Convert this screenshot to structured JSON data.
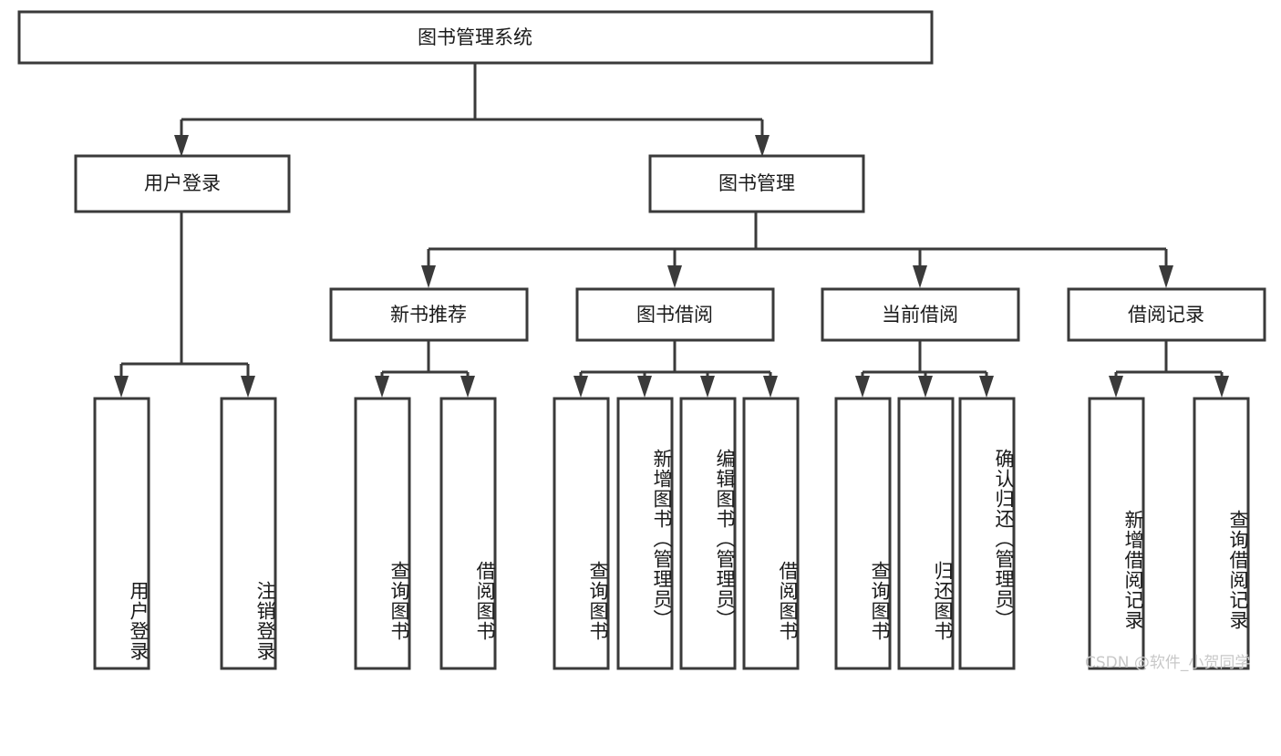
{
  "diagram": {
    "type": "tree",
    "orientation": "top-down",
    "root": {
      "id": "root",
      "label": "图书管理系统",
      "text_orientation": "horizontal"
    },
    "level2": [
      {
        "id": "user-login",
        "label": "用户登录",
        "text_orientation": "horizontal"
      },
      {
        "id": "book-manage",
        "label": "图书管理",
        "text_orientation": "horizontal"
      }
    ],
    "level3": [
      {
        "id": "new-book-rec",
        "label": "新书推荐",
        "parent": "book-manage",
        "text_orientation": "horizontal"
      },
      {
        "id": "book-borrow",
        "label": "图书借阅",
        "parent": "book-manage",
        "text_orientation": "horizontal"
      },
      {
        "id": "current-borrow",
        "label": "当前借阅",
        "parent": "book-manage",
        "text_orientation": "horizontal"
      },
      {
        "id": "borrow-record",
        "label": "借阅记录",
        "parent": "book-manage",
        "text_orientation": "horizontal"
      }
    ],
    "leaves": [
      {
        "id": "leaf-user-login",
        "label": "用户登录",
        "parent": "user-login",
        "text_orientation": "vertical"
      },
      {
        "id": "leaf-user-logout",
        "label": "注销登录",
        "parent": "user-login",
        "text_orientation": "vertical"
      },
      {
        "id": "leaf-query-book-1",
        "label": "查询图书",
        "parent": "new-book-rec",
        "text_orientation": "vertical"
      },
      {
        "id": "leaf-borrow-book-1",
        "label": "借阅图书",
        "parent": "new-book-rec",
        "text_orientation": "vertical"
      },
      {
        "id": "leaf-query-book-2",
        "label": "查询图书",
        "parent": "book-borrow",
        "text_orientation": "vertical"
      },
      {
        "id": "leaf-add-book",
        "label": "新增图书（管理员）",
        "parent": "book-borrow",
        "text_orientation": "vertical"
      },
      {
        "id": "leaf-edit-book",
        "label": "编辑图书（管理员）",
        "parent": "book-borrow",
        "text_orientation": "vertical"
      },
      {
        "id": "leaf-borrow-book-2",
        "label": "借阅图书",
        "parent": "book-borrow",
        "text_orientation": "vertical"
      },
      {
        "id": "leaf-query-book-3",
        "label": "查询图书",
        "parent": "current-borrow",
        "text_orientation": "vertical"
      },
      {
        "id": "leaf-return-book",
        "label": "归还图书",
        "parent": "current-borrow",
        "text_orientation": "vertical"
      },
      {
        "id": "leaf-confirm-return",
        "label": "确认归还（管理员）",
        "parent": "current-borrow",
        "text_orientation": "vertical"
      },
      {
        "id": "leaf-add-record",
        "label": "新增借阅记录",
        "parent": "borrow-record",
        "text_orientation": "vertical"
      },
      {
        "id": "leaf-query-record",
        "label": "查询借阅记录",
        "parent": "borrow-record",
        "text_orientation": "vertical"
      }
    ],
    "colors": {
      "box_stroke": "#3a3a3a",
      "box_fill": "#ffffff",
      "text": "#1a1a1a",
      "background": "#ffffff",
      "watermark": "#c8c8c8"
    }
  },
  "watermark": {
    "text": "CSDN @软件_小贺同学"
  }
}
